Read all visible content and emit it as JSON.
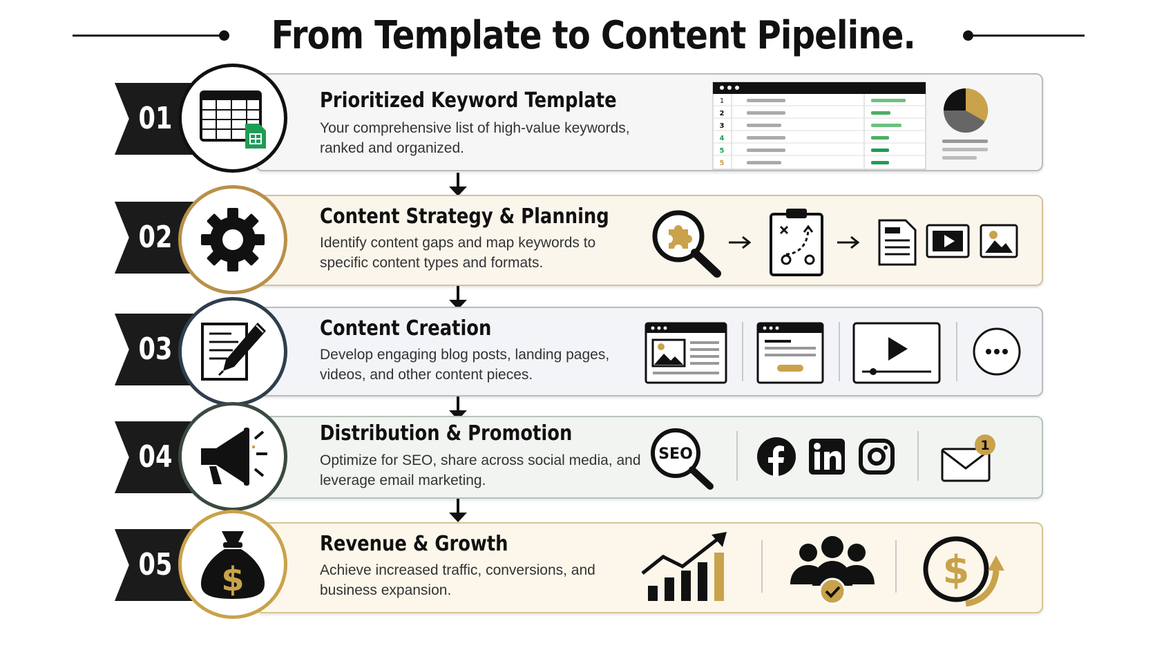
{
  "title": "From Template to Content Pipeline.",
  "colors": {
    "gold": "#c9a24b",
    "dark": "#1b1b1b",
    "green": "#1f9d55",
    "panel_1": "#f6f6f7",
    "panel_2": "#fbf6ec",
    "panel_3": "#f2f4f7",
    "panel_4": "#f1f4f1",
    "panel_5": "#fcf7ea"
  },
  "steps": [
    {
      "number": "01",
      "heading": "Prioritized Keyword Template",
      "description": "Your comprehensive list of high-value keywords, ranked and organized.",
      "icon": "spreadsheet-icon",
      "visual": {
        "row_numbers": [
          "1",
          "2",
          "3",
          "4",
          "5",
          "5"
        ],
        "icons": [
          "spreadsheet-preview",
          "pie-chart-icon"
        ]
      }
    },
    {
      "number": "02",
      "heading": "Content Strategy & Planning",
      "description": "Identify content gaps and map keywords to specific content types and formats.",
      "icon": "gear-icon",
      "visual": {
        "icons": [
          "puzzle-search-icon",
          "clipboard-plan-icon",
          "document-icon",
          "video-icon",
          "image-icon"
        ]
      }
    },
    {
      "number": "03",
      "heading": "Content Creation",
      "description": "Develop engaging blog posts, landing pages, videos, and other content pieces.",
      "icon": "pen-document-icon",
      "visual": {
        "icons": [
          "blog-post-icon",
          "landing-page-icon",
          "video-player-icon",
          "more-icon"
        ]
      }
    },
    {
      "number": "04",
      "heading": "Distribution & Promotion",
      "description": "Optimize for SEO, share across social media, and leverage email marketing.",
      "icon": "megaphone-icon",
      "visual": {
        "seo_label": "SEO",
        "email_badge": "1",
        "icons": [
          "seo-search-icon",
          "facebook-icon",
          "linkedin-icon",
          "instagram-icon",
          "email-icon"
        ]
      }
    },
    {
      "number": "05",
      "heading": "Revenue & Growth",
      "description": "Achieve increased traffic, conversions, and business expansion.",
      "icon": "money-bag-icon",
      "visual": {
        "money_symbol": "$",
        "icons": [
          "growth-chart-icon",
          "audience-check-icon",
          "dollar-refresh-icon"
        ]
      }
    }
  ]
}
